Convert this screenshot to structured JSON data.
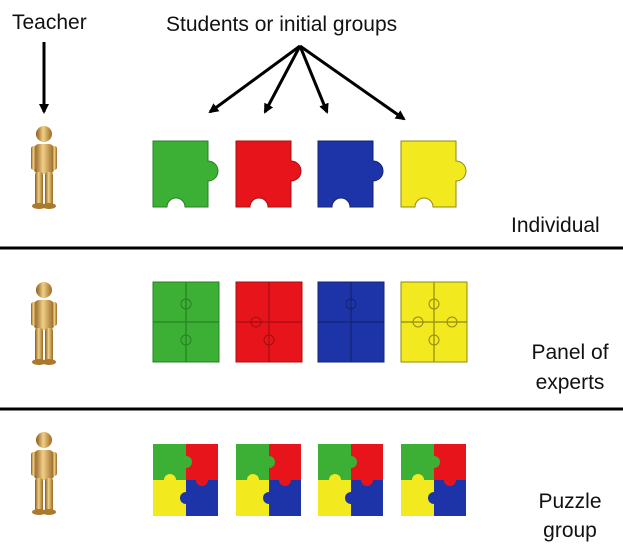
{
  "labels": {
    "teacher": "Teacher",
    "students": "Students or initial groups",
    "stage1": "Individual",
    "stage2_line1": "Panel of",
    "stage2_line2": "experts",
    "stage3_line1": "Puzzle",
    "stage3_line2": "group"
  },
  "stages": [
    {
      "name": "individual",
      "layout": "single-piece"
    },
    {
      "name": "panel-of-experts",
      "layout": "four-same-color"
    },
    {
      "name": "puzzle-group",
      "layout": "four-mixed-color"
    }
  ],
  "colors": {
    "green": "#3cb034",
    "red": "#e8141b",
    "blue": "#1c34a8",
    "yellow": "#f2ea1f",
    "figure": "#d4a24c",
    "line": "#000000"
  },
  "icons": [
    "teacher-figure-icon",
    "puzzle-piece-icon",
    "arrow-icon"
  ]
}
